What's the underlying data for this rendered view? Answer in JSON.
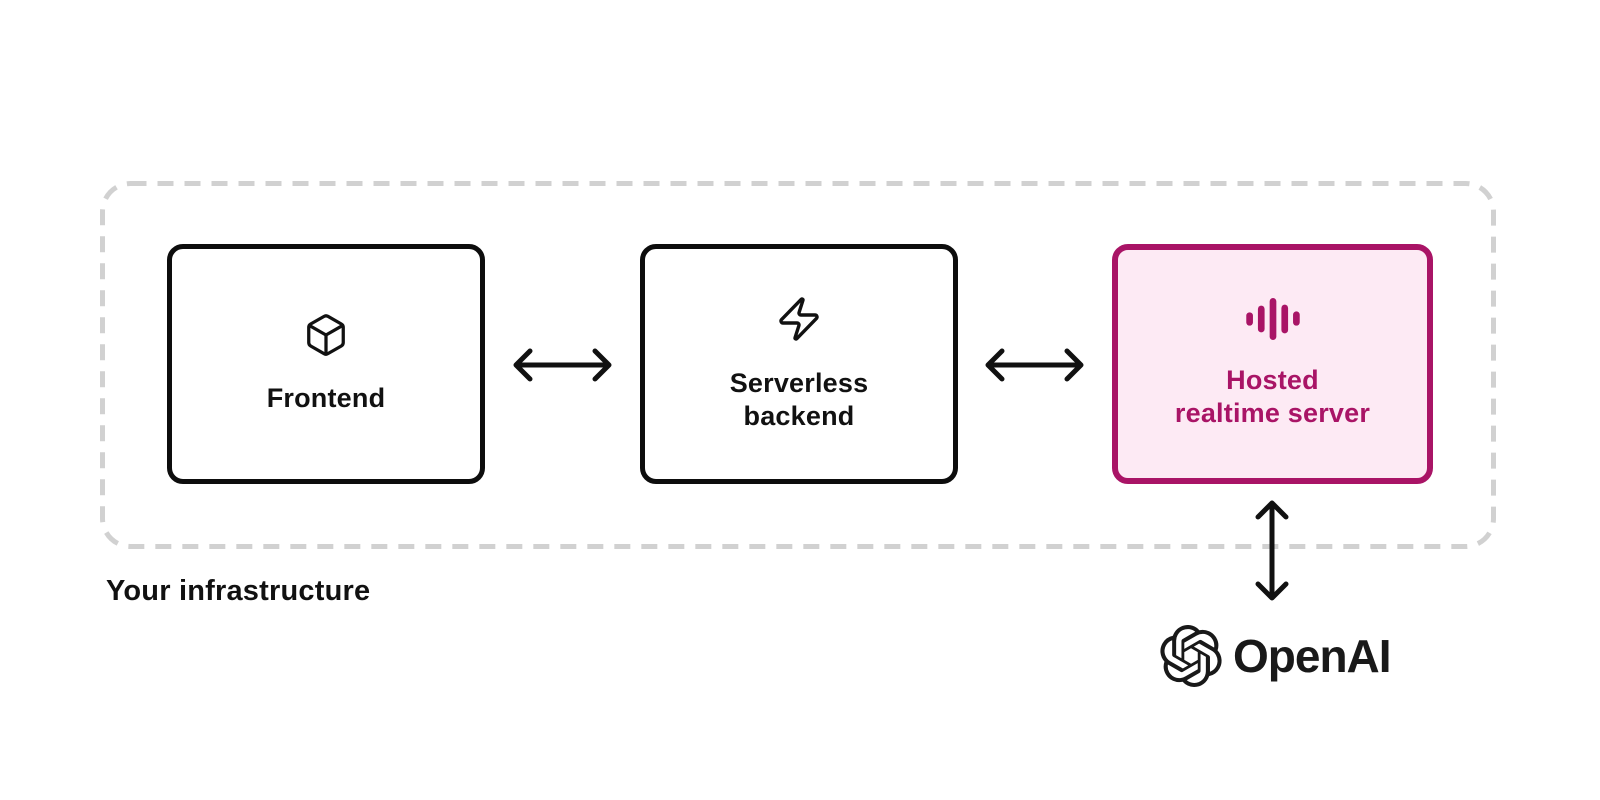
{
  "diagram": {
    "boundary_label": "Your infrastructure",
    "nodes": [
      {
        "id": "frontend",
        "label": "Frontend",
        "icon": "cube-icon",
        "highlighted": false
      },
      {
        "id": "serverless-backend",
        "label": "Serverless\nbackend",
        "icon": "zap-icon",
        "highlighted": false
      },
      {
        "id": "hosted-realtime-server",
        "label": "Hosted\nrealtime server",
        "icon": "audio-waveform-icon",
        "highlighted": true
      }
    ],
    "connections": [
      {
        "from": "frontend",
        "to": "serverless-backend",
        "type": "bidirectional-arrow"
      },
      {
        "from": "serverless-backend",
        "to": "hosted-realtime-server",
        "type": "bidirectional-arrow"
      },
      {
        "from": "hosted-realtime-server",
        "to": "openai",
        "type": "bidirectional-arrow"
      }
    ],
    "external": {
      "wordmark": "OpenAI",
      "icon": "openai-logo-icon"
    }
  },
  "colors": {
    "ink": "#0d0d0d",
    "boundary_dash": "#d1d1d1",
    "accent_magenta": "#a91466",
    "accent_magenta_fill": "#fdeaf4",
    "logo_black": "#191919"
  }
}
